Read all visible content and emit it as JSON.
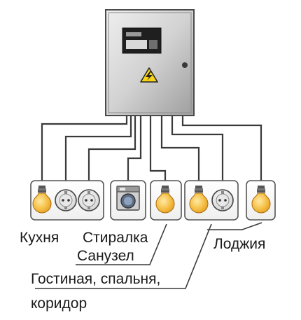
{
  "diagram": {
    "title": "",
    "panel": {
      "name": "distribution-panel",
      "symbol": "high-voltage-warning-icon"
    },
    "groups": [
      {
        "id": "kitchen",
        "devices": [
          "lamp-icon",
          "socket-icon",
          "socket-icon"
        ]
      },
      {
        "id": "laundry",
        "devices": [
          "washing-machine-icon"
        ]
      },
      {
        "id": "bathroom",
        "devices": [
          "lamp-icon"
        ]
      },
      {
        "id": "living",
        "devices": [
          "lamp-icon",
          "socket-icon"
        ]
      },
      {
        "id": "loggia",
        "devices": [
          "lamp-icon"
        ]
      }
    ],
    "labels": {
      "kitchen": "Кухня",
      "laundry": "Стиралка",
      "bathroom": "Санузел",
      "living_line1": "Гостиная, спальня,",
      "living_line2": "коридор",
      "loggia": "Лоджия"
    },
    "colors": {
      "wire": "#3a3a3a",
      "panel_fill": "#cfcfcf",
      "bulb_fill": "#f4b53a",
      "warning": "#f7d417"
    }
  }
}
